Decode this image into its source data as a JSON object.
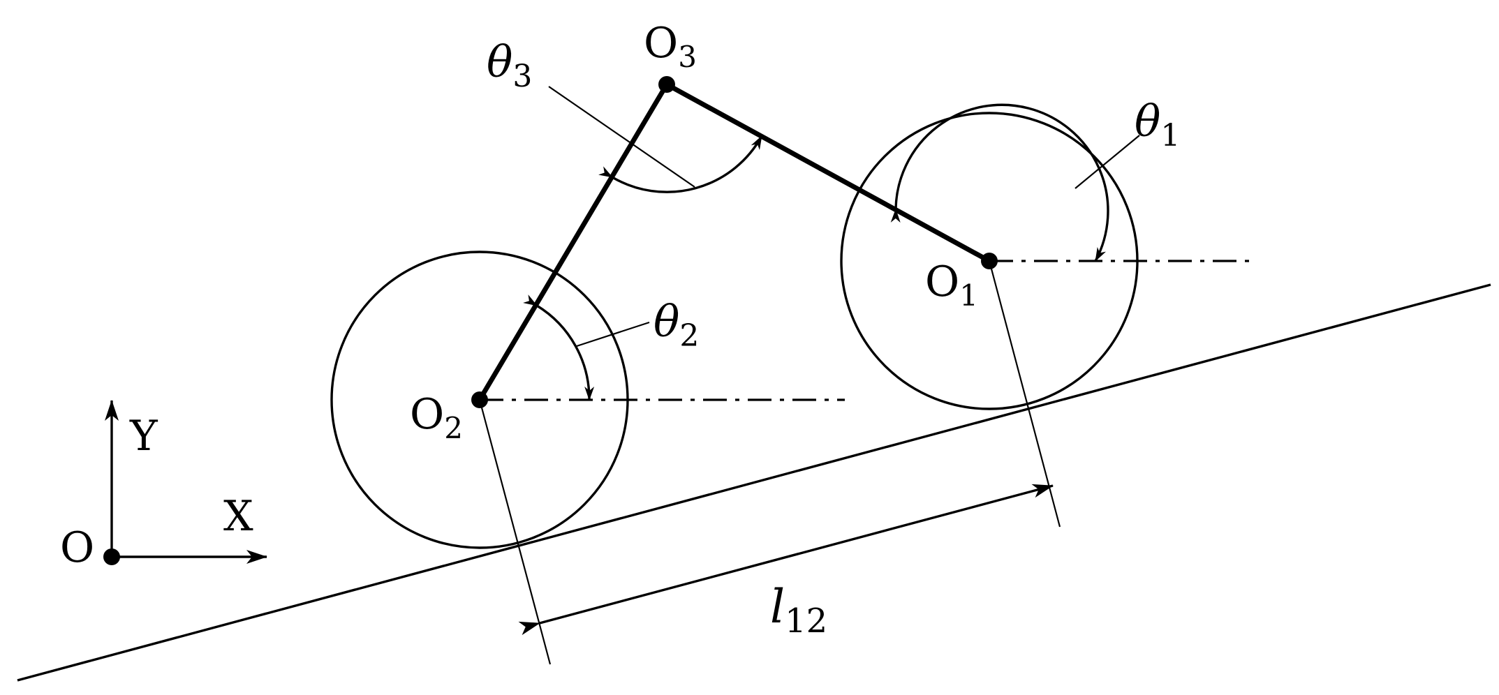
{
  "labels": {
    "o1_main": "O",
    "o1_sub": "1",
    "o2_main": "O",
    "o2_sub": "2",
    "o3_main": "O",
    "o3_sub": "3",
    "origin": "O",
    "x_axis": "X",
    "y_axis": "Y",
    "theta1_main": "θ",
    "theta1_sub": "1",
    "theta2_main": "θ",
    "theta2_sub": "2",
    "theta3_main": "θ",
    "theta3_sub": "3",
    "l12_main": "l",
    "l12_sub": "12"
  }
}
